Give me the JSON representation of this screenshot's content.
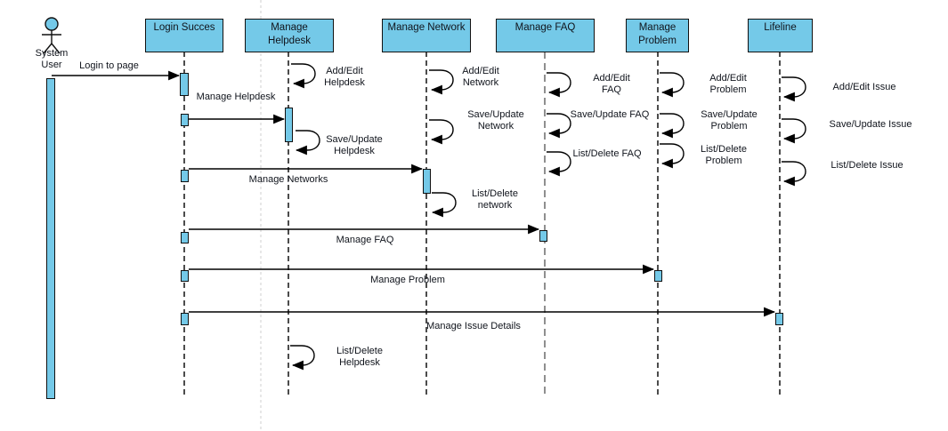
{
  "diagram": {
    "type": "uml-sequence-diagram",
    "actor": {
      "label": "System User"
    },
    "lifelines": [
      {
        "label": "Login Succes"
      },
      {
        "label": "Manage Helpdesk"
      },
      {
        "label": "Manage Network"
      },
      {
        "label": "Manage FAQ"
      },
      {
        "label": "Manage Problem"
      },
      {
        "label": "Lifeline"
      }
    ],
    "messages": [
      {
        "label": "Login to page",
        "from": "System User",
        "to": "Login Succes"
      },
      {
        "label": "Manage Helpdesk",
        "from": "Login Succes",
        "to": "Manage Helpdesk"
      },
      {
        "label": "Manage Networks",
        "from": "Login Succes",
        "to": "Manage Network"
      },
      {
        "label": "Manage FAQ",
        "from": "Login Succes",
        "to": "Manage FAQ"
      },
      {
        "label": "Manage Problem",
        "from": "Login Succes",
        "to": "Manage Problem"
      },
      {
        "label": "Manage Issue Details",
        "from": "Login Succes",
        "to": "Lifeline"
      }
    ],
    "self_messages": [
      {
        "on": "Manage Helpdesk",
        "label": "Add/Edit Helpdesk"
      },
      {
        "on": "Manage Helpdesk",
        "label": "Save/Update Helpdesk"
      },
      {
        "on": "Manage Helpdesk",
        "label": "List/Delete Helpdesk"
      },
      {
        "on": "Manage Network",
        "label": "Add/Edit Network"
      },
      {
        "on": "Manage Network",
        "label": "Save/Update Network"
      },
      {
        "on": "Manage Network",
        "label": "List/Delete network"
      },
      {
        "on": "Manage FAQ",
        "label": "Add/Edit FAQ"
      },
      {
        "on": "Manage FAQ",
        "label": "Save/Update FAQ"
      },
      {
        "on": "Manage FAQ",
        "label": "List/Delete FAQ"
      },
      {
        "on": "Manage Problem",
        "label": "Add/Edit Problem"
      },
      {
        "on": "Manage Problem",
        "label": "Save/Update Problem"
      },
      {
        "on": "Manage Problem",
        "label": "List/Delete Problem"
      },
      {
        "on": "Lifeline",
        "label": "Add/Edit Issue"
      },
      {
        "on": "Lifeline",
        "label": "Save/Update Issue"
      },
      {
        "on": "Lifeline",
        "label": "List/Delete Issue"
      }
    ]
  },
  "colors": {
    "shape_fill": "#74C9E8",
    "shape_border": "#111111",
    "line": "#000000",
    "faq_lifeline": "#8F8F8F",
    "page_guide": "#CFCFCF",
    "text": "#10141C"
  }
}
